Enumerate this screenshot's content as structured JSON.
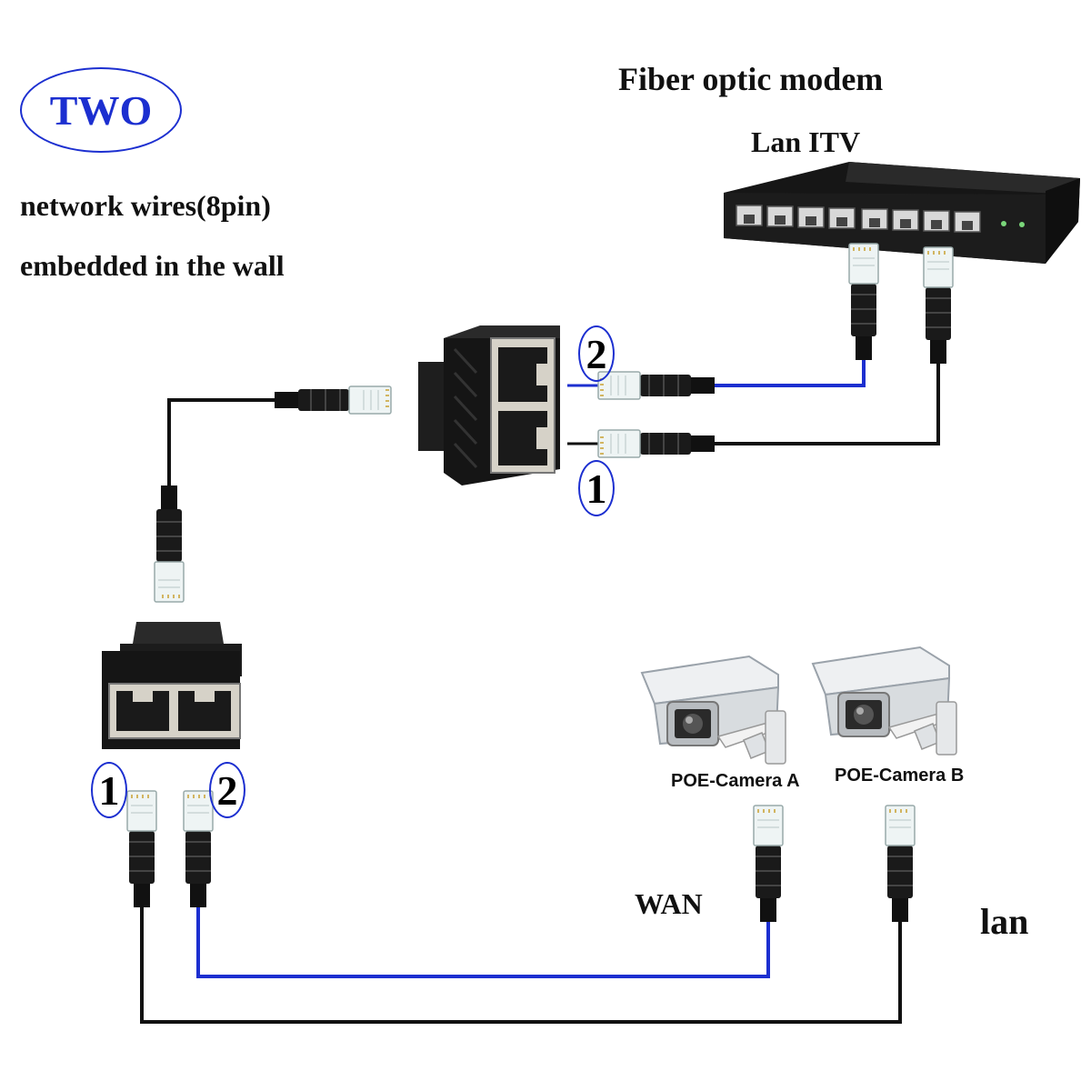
{
  "badge": {
    "text": "TWO"
  },
  "intro": {
    "line1": "network wires(8pin)",
    "line2": "embedded in the wall"
  },
  "modem": {
    "title": "Fiber optic modem",
    "subtitle": "Lan ITV"
  },
  "splitter_top": {
    "port_upper_num": "2",
    "port_lower_num": "1"
  },
  "splitter_bottom": {
    "port_left_num": "1",
    "port_right_num": "2"
  },
  "cameras": {
    "a_label": "POE-Camera A",
    "b_label": "POE-Camera B"
  },
  "labels": {
    "wan": "WAN",
    "lan": "lan"
  },
  "colors": {
    "blue_cable": "#1c2fd0",
    "black_cable": "#111111",
    "accent": "#1c2fd0"
  },
  "icons": [
    "network-switch-icon",
    "rj45-splitter-icon",
    "rj45-plug-icon",
    "security-camera-icon"
  ]
}
